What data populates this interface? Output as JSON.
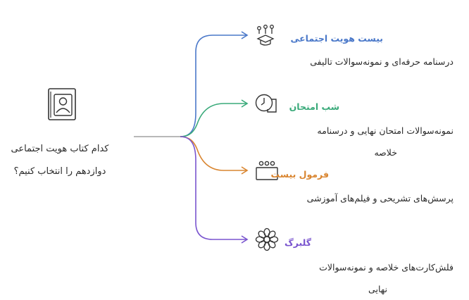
{
  "central": {
    "icon": "book-person-icon",
    "line1": "کدام کتاب هویت اجتماعی",
    "line2": "دوازدهم را انتخاب کنیم؟"
  },
  "branches": [
    {
      "title": "بیست هویت اجتماعی",
      "icon": "graduation-cap-icon",
      "color": "#4a78c9",
      "desc_lines": [
        "درسنامه حرفه‌ای و نمونه‌سوالات تالیفی"
      ]
    },
    {
      "title": "شب امتحان",
      "icon": "clock-book-icon",
      "color": "#3aaa7a",
      "desc_lines": [
        "نمونه‌سوالات امتحان نهایی و درسنامه",
        "خلاصه"
      ]
    },
    {
      "title": "فرمول بیست",
      "icon": "presentation-board-icon",
      "color": "#d98530",
      "desc_lines": [
        "پرسش‌های تشریحی و فیلم‌های آموزشی"
      ]
    },
    {
      "title": "گلبرگ",
      "icon": "flower-icon",
      "color": "#7a55cf",
      "desc_lines": [
        "فلش‌کارت‌های خلاصه و نمونه‌سوالات",
        "نهایی"
      ]
    }
  ]
}
